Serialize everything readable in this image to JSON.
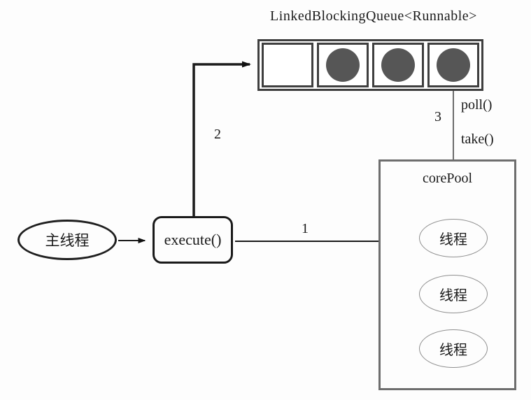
{
  "diagram": {
    "title": "LinkedBlockingQueue<Runnable>",
    "queue": {
      "cells": [
        "empty",
        "filled",
        "filled",
        "filled"
      ]
    },
    "nodes": {
      "main_thread": "主线程",
      "execute": "execute()",
      "core_pool_label": "corePool",
      "threads": [
        "线程",
        "线程",
        "线程"
      ]
    },
    "labels": {
      "step1": "1",
      "step2": "2",
      "step3": "3",
      "poll": "poll()",
      "take": "take()"
    },
    "colors": {
      "line": "#1a1a1a",
      "thin_line": "#2f2f2f",
      "queue_border": "#3f3f3f",
      "task_fill": "#565656",
      "pool_border": "#6e6e6e",
      "thread_ellipse_border": "#8f8f8f"
    }
  }
}
